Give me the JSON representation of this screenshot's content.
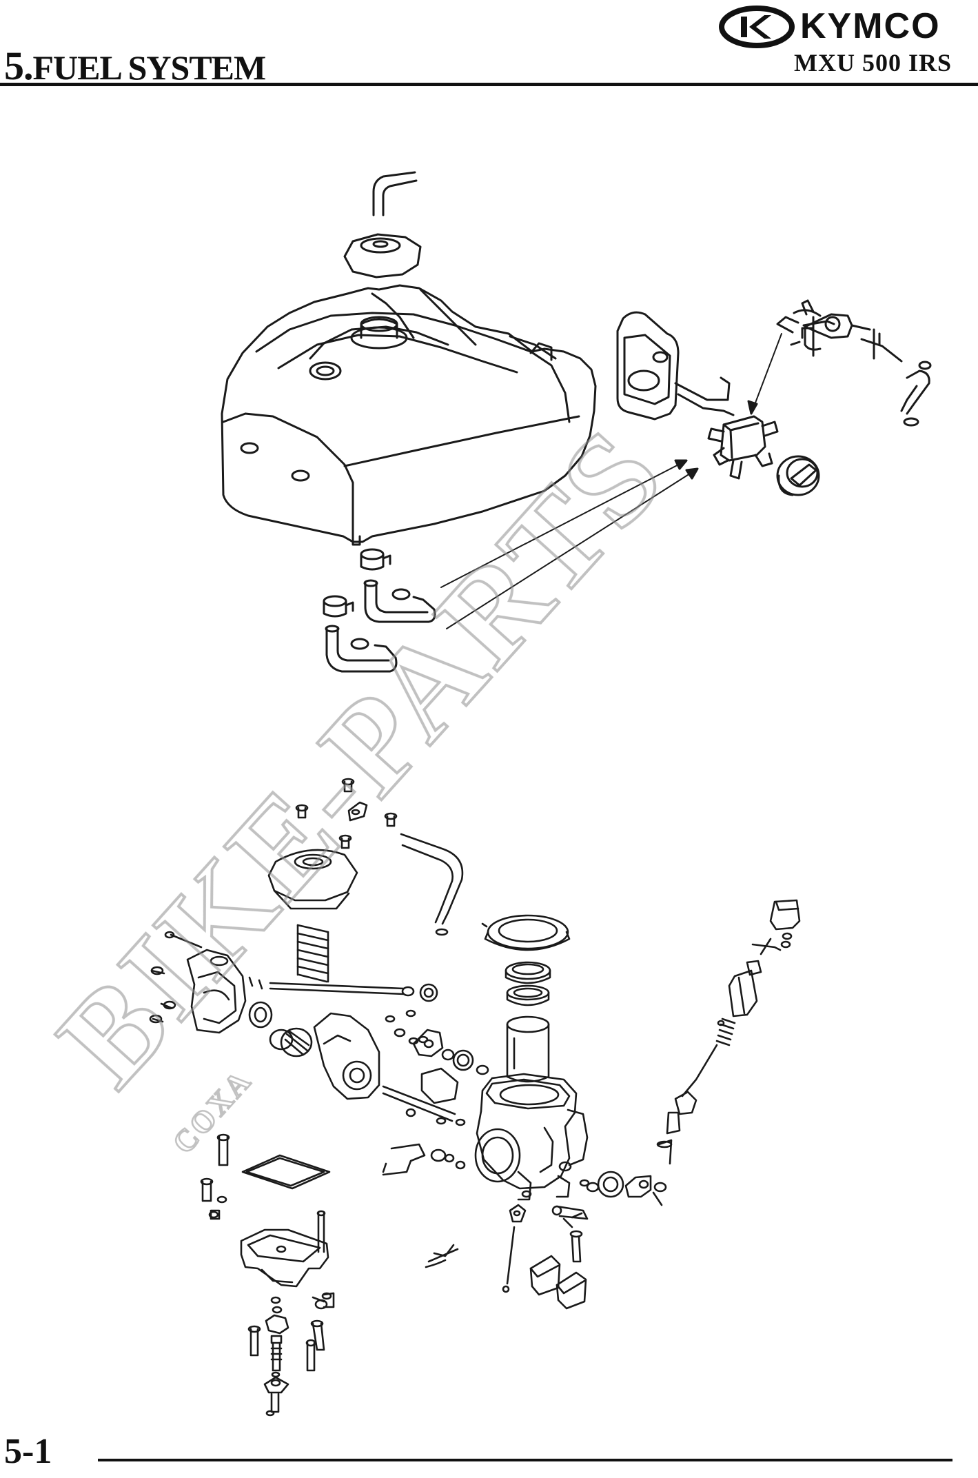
{
  "header": {
    "section_number": "5.",
    "section_title": "FUEL SYSTEM",
    "brand": "KYMCO",
    "model": "MXU 500 IRS"
  },
  "footer": {
    "page_number": "5-1"
  },
  "watermark": {
    "text": "BIKE-PARTS",
    "subtext": "COXA"
  },
  "diagram": {
    "line_color": "#1a1a1a",
    "watermark_color": "#bdbdbd"
  }
}
